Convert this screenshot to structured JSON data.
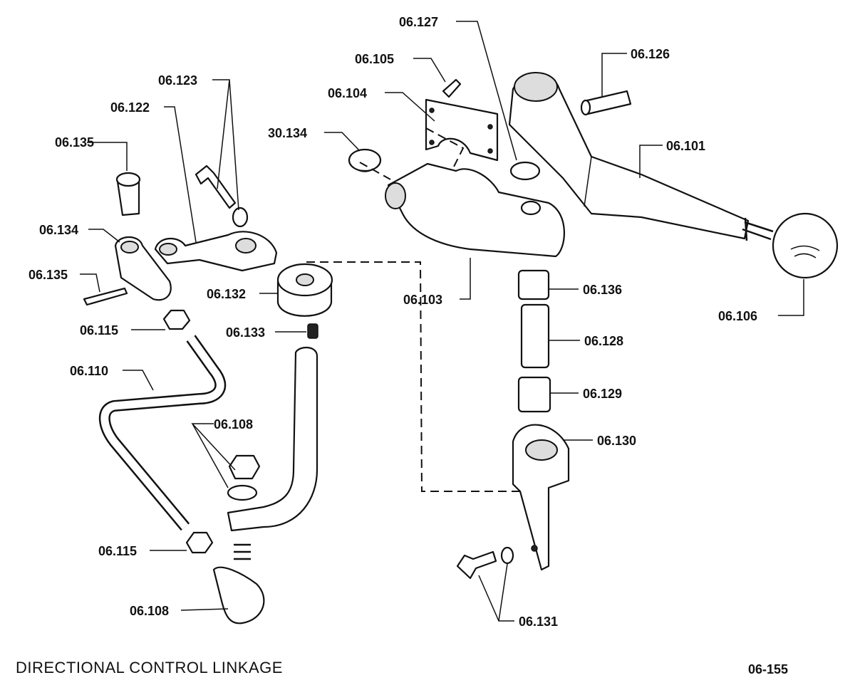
{
  "title": "DIRECTIONAL CONTROL LINKAGE",
  "page_number": "06-155",
  "labels": {
    "p06_127": "06.127",
    "p06_105": "06.105",
    "p06_126": "06.126",
    "p06_104": "06.104",
    "p06_123": "06.123",
    "p06_122": "06.122",
    "p30_134": "30.134",
    "p06_101": "06.101",
    "p06_135_top": "06.135",
    "p06_134": "06.134",
    "p06_135_mid": "06.135",
    "p06_132": "06.132",
    "p06_103": "06.103",
    "p06_136": "06.136",
    "p06_106": "06.106",
    "p06_115_top": "06.115",
    "p06_133": "06.133",
    "p06_128": "06.128",
    "p06_110": "06.110",
    "p06_129": "06.129",
    "p06_108_top": "06.108",
    "p06_130": "06.130",
    "p06_115_bottom": "06.115",
    "p06_108_bottom": "06.108",
    "p06_131": "06.131"
  }
}
